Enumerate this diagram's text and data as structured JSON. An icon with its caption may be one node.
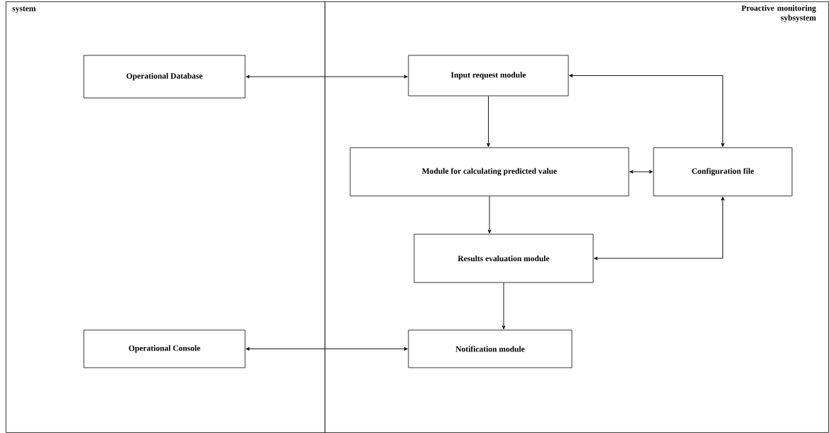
{
  "diagram": {
    "nodes": [
      {
        "text": [
          "system"
        ]
      },
      {
        "text": [
          "Proactive monitoring sybsystem"
        ]
      },
      {
        "text": [
          "Operational Database"
        ],
        "in": 0
      },
      {
        "text": [
          "Input request module"
        ],
        "in": 1
      },
      {
        "text": [
          "Module for calculating predicted value"
        ],
        "in": 1
      },
      {
        "text": [
          "Configuration file"
        ],
        "in": 1
      },
      {
        "text": [
          "Results evaluation module"
        ],
        "in": 1
      },
      {
        "text": [
          "Notification module"
        ],
        "in": 1
      },
      {
        "text": [
          "Operational Console"
        ],
        "in": 0
      }
    ],
    "edges": [
      {
        "from": 2,
        "to": 3,
        "arrow": "both"
      },
      {
        "from": 3,
        "to": 4,
        "arrow": "to"
      },
      {
        "from": 3,
        "to": 5,
        "arrow": "both"
      },
      {
        "from": 4,
        "to": 5,
        "arrow": "both"
      },
      {
        "from": 4,
        "to": 6,
        "arrow": "to"
      },
      {
        "from": 6,
        "to": 5,
        "arrow": "both"
      },
      {
        "from": 6,
        "to": 7,
        "arrow": "to"
      },
      {
        "from": 8,
        "to": 7,
        "arrow": "both"
      }
    ]
  }
}
